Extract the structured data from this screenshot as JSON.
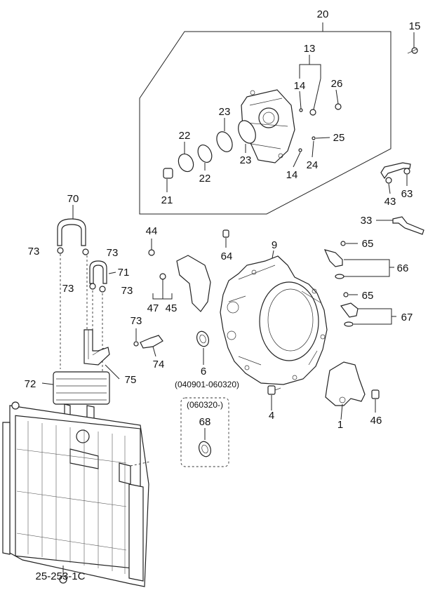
{
  "callouts": {
    "c20": "20",
    "c15": "15",
    "c13": "13",
    "c14a": "14",
    "c26": "26",
    "c23a": "23",
    "c22a": "22",
    "c25": "25",
    "c23b": "23",
    "c14b": "14",
    "c24": "24",
    "c22b": "22",
    "c21": "21",
    "c43": "43",
    "c63": "63",
    "c70": "70",
    "c33": "33",
    "c44": "44",
    "c64": "64",
    "c9": "9",
    "c65a": "65",
    "c73a": "73",
    "c73b": "73",
    "c71": "71",
    "c66": "66",
    "c73c": "73",
    "c73d": "73",
    "c47": "47",
    "c45": "45",
    "c65b": "65",
    "c67": "67",
    "c73e": "73",
    "c74": "74",
    "c6": "6",
    "c72": "72",
    "c75": "75",
    "c68": "68",
    "c4": "4",
    "c1": "1",
    "c46": "46"
  },
  "notes": {
    "date_range_6": "(040901-060320)",
    "date_from_68": "(060320-)",
    "figure_code": "25-253-1C"
  }
}
